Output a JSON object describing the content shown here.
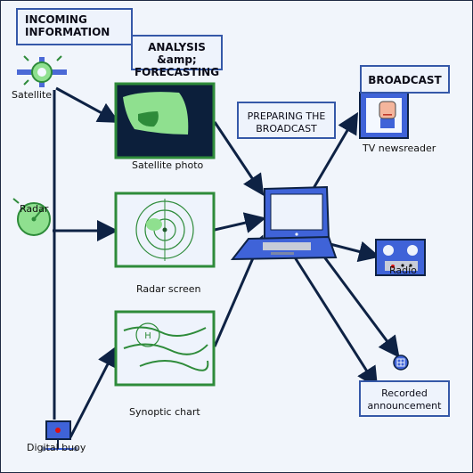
{
  "headers": {
    "incoming": "INCOMING\nINFORMATION",
    "analysis": "ANALYSIS &amp;\nFORECASTING",
    "broadcast": "BROADCAST",
    "preparing": "PREPARING THE\nBROADCAST",
    "recorded": "Recorded\nannouncement"
  },
  "labels": {
    "satellite": "Satellite",
    "radar": "Radar",
    "buoy": "Digital buoy",
    "satellite_photo": "Satellite photo",
    "radar_screen": "Radar screen",
    "synoptic_chart": "Synoptic chart",
    "tv_newsreader": "TV newsreader",
    "radio": "Radio",
    "chart_high_marker": "H"
  },
  "icons": [
    "satellite-icon",
    "radar-dish-icon",
    "buoy-icon",
    "satellite-photo-icon",
    "radar-screen-icon",
    "synoptic-chart-icon",
    "laptop-icon",
    "tv-icon",
    "radio-icon",
    "phone-icon"
  ],
  "colors": {
    "arrow": "#0e2244",
    "frame_green": "#2e8b3a",
    "box_blue": "#3558a8",
    "device_blue": "#3f63d8",
    "light_green": "#8fe08f"
  }
}
